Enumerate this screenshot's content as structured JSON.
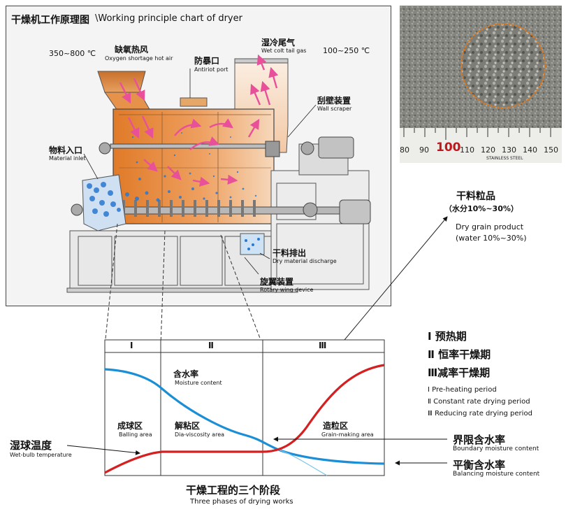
{
  "diagram": {
    "title_cn": "干燥机工作原理图",
    "title_en": "\\Working principle chart of dryer",
    "temp_in": "350~800 ℃",
    "hot_air_cn": "缺氧热风",
    "hot_air_en": "Oxygen shortage hot air",
    "port_cn": "防暴口",
    "port_en": "Antiriot port",
    "tail_gas_cn": "湿冷尾气",
    "tail_gas_en": "Wet colt tail gas",
    "temp_out": "100~250 ℃",
    "scraper_cn": "刮壁装置",
    "scraper_en": "Wall scraper",
    "inlet_cn": "物料入口",
    "inlet_en": "Material inlet",
    "discharge_cn": "干料排出",
    "discharge_en": "Dry material discharge",
    "rotary_cn": "旋翼装置",
    "rotary_en": "Rotary wing device"
  },
  "product": {
    "title_cn": "干料粒品",
    "water_cn": "（水分10%~30%）",
    "title_en": "Dry grain product",
    "water_en": "(water 10%~30%)"
  },
  "ruler": {
    "ticks": [
      "80",
      "90",
      "100",
      "110",
      "120",
      "130",
      "140",
      "150"
    ],
    "highlight": "100",
    "brand": "STAINLESS STEEL"
  },
  "phases": {
    "roman": [
      "Ⅰ",
      "Ⅱ",
      "Ⅲ"
    ],
    "legend_cn": [
      "Ⅰ 预热期",
      "Ⅱ 恒率干燥期",
      "Ⅲ减率干燥期"
    ],
    "legend_en": [
      "Ⅰ  Pre-heating period",
      "Ⅱ  Constant rate drying period",
      "Ⅲ  Reducing rate drying period"
    ]
  },
  "graph": {
    "moisture_cn": "含水率",
    "moisture_en": "Moisture content",
    "balling_cn": "成球区",
    "balling_en": "Balling area",
    "dia_cn": "解粘区",
    "dia_en": "Dia-viscosity area",
    "grain_cn": "造粒区",
    "grain_en": "Grain-making area",
    "wetbulb_cn": "湿球温度",
    "wetbulb_en": "Wet-bulb temperature",
    "boundary_cn": "界限含水率",
    "boundary_en": "Boundary moisture content",
    "balance_cn": "平衡含水率",
    "balance_en": "Balancing moisture content",
    "caption_cn": "干燥工程的三个阶段",
    "caption_en": "Three phases of drying works"
  },
  "colors": {
    "moisture_curve": "#1a8fd6",
    "temperature_curve": "#d42020",
    "chamber_orange": "#e8903a",
    "arrow_pink": "#e8509a",
    "particles_blue": "#2a78d0"
  }
}
